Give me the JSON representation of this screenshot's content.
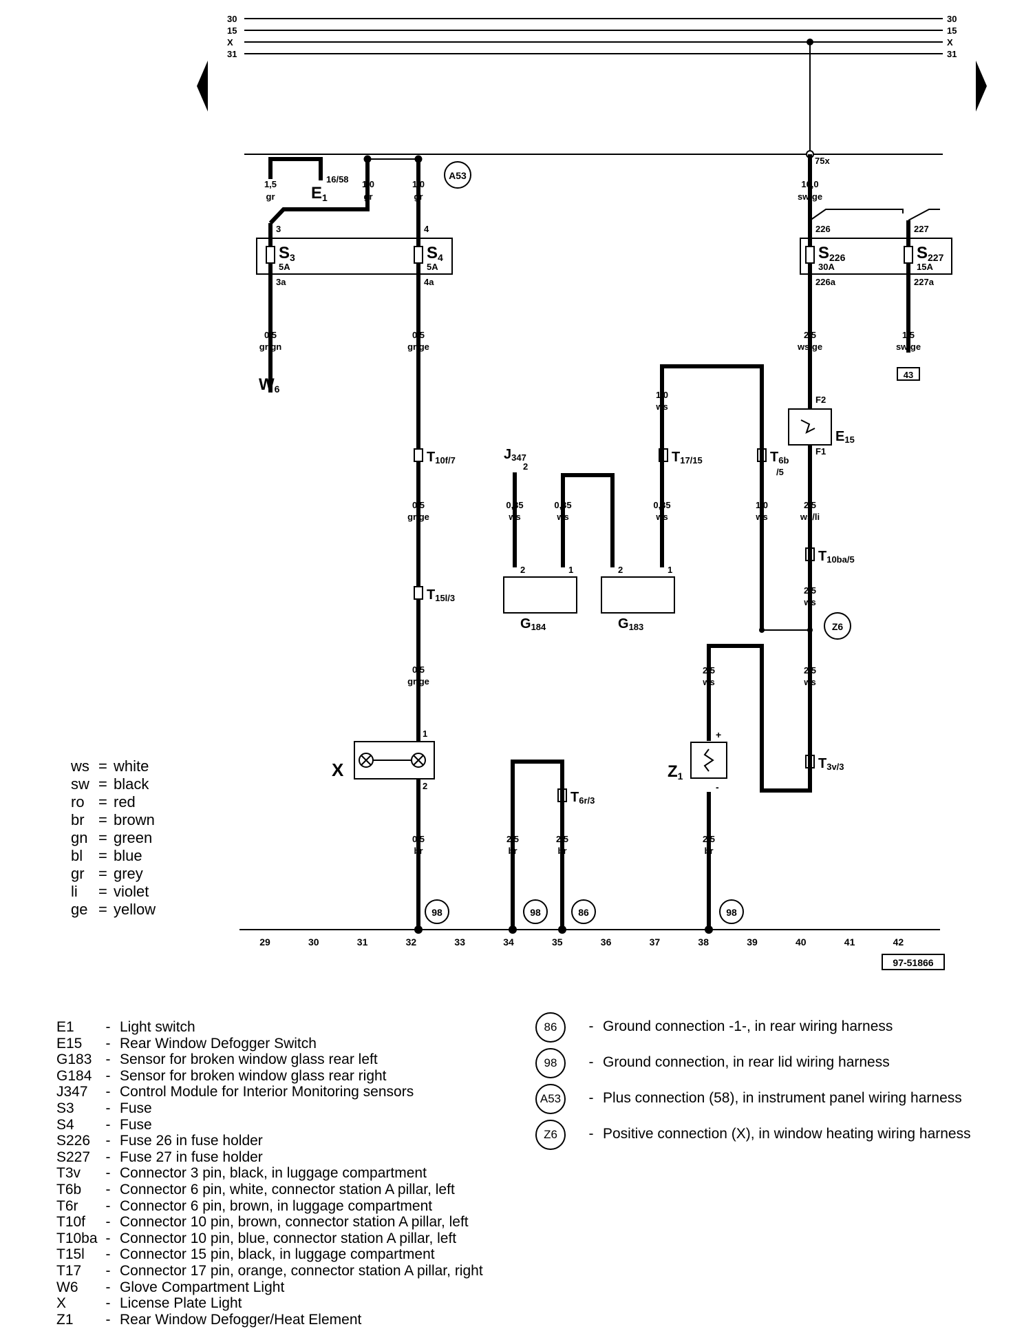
{
  "bus_labels": [
    "30",
    "15",
    "X",
    "31"
  ],
  "color_key": [
    {
      "code": "ws",
      "name": "white"
    },
    {
      "code": "sw",
      "name": "black"
    },
    {
      "code": "ro",
      "name": "red"
    },
    {
      "code": "br",
      "name": "brown"
    },
    {
      "code": "gn",
      "name": "green"
    },
    {
      "code": "bl",
      "name": "blue"
    },
    {
      "code": "gr",
      "name": "grey"
    },
    {
      "code": "li",
      "name": "violet"
    },
    {
      "code": "ge",
      "name": "yellow"
    }
  ],
  "ruler": [
    "29",
    "30",
    "31",
    "32",
    "33",
    "34",
    "35",
    "36",
    "37",
    "38",
    "39",
    "40",
    "41",
    "42"
  ],
  "figure_id": "97-51866",
  "wires": {
    "w1": [
      "1,5",
      "gr"
    ],
    "w2": [
      "1,0",
      "gr"
    ],
    "w3": [
      "1,0",
      "gr"
    ],
    "w4": [
      "0,5",
      "gr/gn"
    ],
    "w5": [
      "0,5",
      "gr/ge"
    ],
    "w6": [
      "0,5",
      "gr/ge"
    ],
    "w7": [
      "0,5",
      "gr/ge"
    ],
    "w8": [
      "0,5",
      "br"
    ],
    "w9": [
      "0,35",
      "ws"
    ],
    "w10": [
      "0,35",
      "ws"
    ],
    "w11": [
      "1,0",
      "ws"
    ],
    "w12": [
      "0,35",
      "ws"
    ],
    "w13": [
      "1,0",
      "ws"
    ],
    "w14": [
      "10,0",
      "sw/ge"
    ],
    "w15": [
      "2,5",
      "ws/ge"
    ],
    "w16": [
      "1,5",
      "sw/ge"
    ],
    "w17": [
      "2,5",
      "ws/li"
    ],
    "w18": [
      "2,5",
      "ws"
    ],
    "w19": [
      "2,5",
      "ws"
    ],
    "w20": [
      "2,5",
      "ws"
    ],
    "w21": [
      "2,5",
      "br"
    ],
    "w22": [
      "2,5",
      "br"
    ],
    "w23": [
      "2,5",
      "br"
    ]
  },
  "labels": {
    "e1": "E",
    "e1_sub": "1",
    "e1_term": "16/58",
    "s3": "S",
    "s3_sub": "3",
    "s3_amp": "5A",
    "s4": "S",
    "s4_sub": "4",
    "s4_amp": "5A",
    "s226": "S",
    "s226_sub": "226",
    "s226_amp": "30A",
    "s227": "S",
    "s227_sub": "227",
    "s227_amp": "15A",
    "w6": "W",
    "w6_sub": "6",
    "t10f": "T",
    "t10f_sub": "10f/7",
    "t15l": "T",
    "t15l_sub": "15l/3",
    "t17": "T",
    "t17_sub": "17/15",
    "t6b": "T",
    "t6b_sub": "6b",
    "t6b_pin": "/5",
    "t10ba": "T",
    "t10ba_sub": "10ba/5",
    "t3v": "T",
    "t3v_sub": "3v/3",
    "t6r": "T",
    "t6r_sub": "6r/3",
    "j347": "J",
    "j347_sub": "347",
    "g184": "G",
    "g184_sub": "184",
    "g183": "G",
    "g183_sub": "183",
    "e15": "E",
    "e15_sub": "15",
    "z1": "Z",
    "z1_sub": "1",
    "x": "X",
    "n75x": "75x",
    "box43": "43",
    "f2": "F2",
    "f1": "F1",
    "p3": "3",
    "p3a": "3a",
    "p4": "4",
    "p4a": "4a",
    "p226": "226",
    "p226a": "226a",
    "p227": "227",
    "p227a": "227a",
    "pin1": "1",
    "pin2": "2",
    "plus": "+",
    "minus": "-"
  },
  "grounds": {
    "a53": "A53",
    "z6": "Z6",
    "g98": "98",
    "g86": "86"
  },
  "legend_left": [
    {
      "code": "E1",
      "desc": "Light switch"
    },
    {
      "code": "E15",
      "desc": "Rear Window Defogger Switch"
    },
    {
      "code": "G183",
      "desc": "Sensor for broken window glass rear left"
    },
    {
      "code": "G184",
      "desc": "Sensor for broken window glass rear right"
    },
    {
      "code": "J347",
      "desc": "Control Module for Interior Monitoring sensors"
    },
    {
      "code": "S3",
      "desc": "Fuse"
    },
    {
      "code": "S4",
      "desc": "Fuse"
    },
    {
      "code": "S226",
      "desc": "Fuse 26 in fuse holder"
    },
    {
      "code": "S227",
      "desc": "Fuse 27 in fuse holder"
    },
    {
      "code": "T3v",
      "desc": "Connector 3 pin, black, in luggage compartment"
    },
    {
      "code": "T6b",
      "desc": "Connector 6 pin, white, connector station A pillar, left"
    },
    {
      "code": "T6r",
      "desc": "Connector 6 pin, brown, in luggage compartment"
    },
    {
      "code": "T10f",
      "desc": "Connector 10 pin, brown, connector station A pillar, left"
    },
    {
      "code": "T10ba",
      "desc": "Connector 10 pin, blue, connector station A pillar, left"
    },
    {
      "code": "T15l",
      "desc": "Connector 15 pin, black, in luggage compartment"
    },
    {
      "code": "T17",
      "desc": "Connector 17 pin, orange, connector station A pillar, right"
    },
    {
      "code": "W6",
      "desc": "Glove Compartment Light"
    },
    {
      "code": "X",
      "desc": "License Plate Light"
    },
    {
      "code": "Z1",
      "desc": "Rear Window Defogger/Heat Element"
    }
  ],
  "legend_right": [
    {
      "code": "86",
      "desc": "Ground connection -1-, in rear wiring harness"
    },
    {
      "code": "98",
      "desc": "Ground connection, in rear lid wiring harness"
    },
    {
      "code": "A53",
      "desc": "Plus connection (58), in instrument panel wiring harness"
    },
    {
      "code": "Z6",
      "desc": "Positive connection (X), in window heating wiring harness"
    }
  ]
}
